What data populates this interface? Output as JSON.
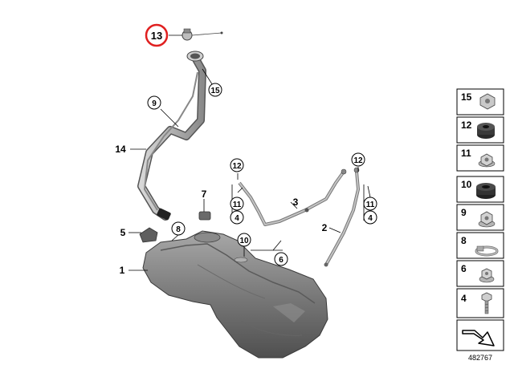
{
  "callouts": {
    "c13": "13",
    "c15": "15",
    "c9": "9",
    "c14": "14",
    "c7": "7",
    "c12a": "12",
    "c11a": "11",
    "c4a": "4",
    "c3": "3",
    "c12b": "12",
    "c11b": "11",
    "c4b": "4",
    "c2": "2",
    "c5": "5",
    "c8": "8",
    "c10": "10",
    "c6": "6",
    "c1": "1"
  },
  "highlight_color": "#e02020",
  "sidebar": {
    "items": [
      {
        "num": "15",
        "icon": "nut-icon"
      },
      {
        "num": "12",
        "icon": "grommet-icon"
      },
      {
        "num": "11",
        "icon": "nut-icon"
      },
      {
        "num": "10",
        "icon": "grommet-icon"
      },
      {
        "num": "9",
        "icon": "nut-icon"
      },
      {
        "num": "8",
        "icon": "hose-clamp-icon"
      },
      {
        "num": "6",
        "icon": "nut-icon"
      },
      {
        "num": "4",
        "icon": "bolt-icon"
      }
    ]
  },
  "diagram_ref": "482767"
}
